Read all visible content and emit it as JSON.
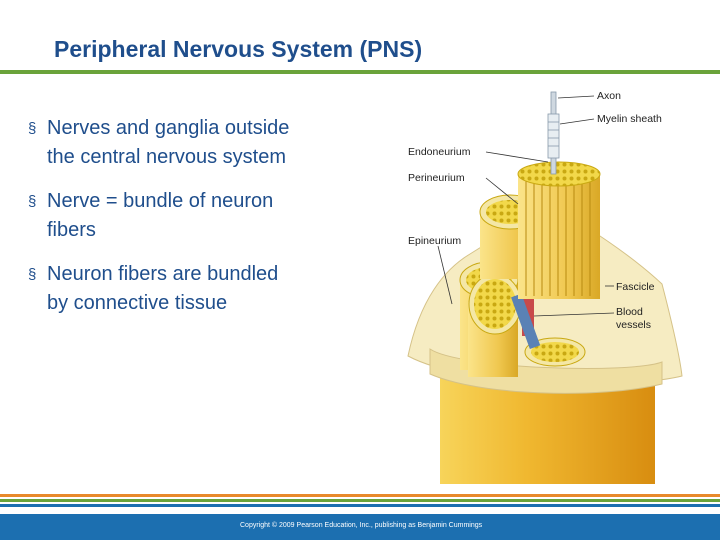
{
  "slide": {
    "title": "Peripheral Nervous System (PNS)",
    "bullets": [
      {
        "text_line1": "Nerves and ganglia outside",
        "text_line2": "the central nervous system"
      },
      {
        "text_line1": "Nerve = bundle of neuron",
        "text_line2": "fibers"
      },
      {
        "text_line1": "Neuron fibers are bundled",
        "text_line2": "by connective tissue"
      }
    ],
    "bullet_glyph": "§"
  },
  "figure": {
    "labels": {
      "axon": "Axon",
      "myelin_sheath": "Myelin sheath",
      "endoneurium": "Endoneurium",
      "perineurium": "Perineurium",
      "epineurium": "Epineurium",
      "fascicle": "Fascicle",
      "blood_line1": "Blood",
      "blood_line2": "vessels"
    }
  },
  "footer": {
    "copyright": "Copyright © 2009 Pearson Education, Inc., publishing as Benjamin Cummings"
  },
  "colors": {
    "title": "#1f4e8c",
    "accent_green": "#6aa33a",
    "footer_blue": "#1c6fb0",
    "stripe_orange": "#e8892b",
    "stripe_green": "#6aa33a",
    "stripe_blue": "#1c6fb0"
  }
}
